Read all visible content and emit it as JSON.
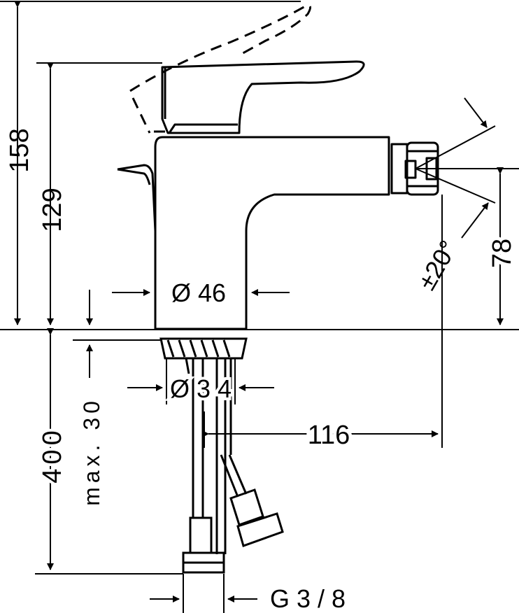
{
  "dimensions": {
    "height_total": "158",
    "height_lever": "129",
    "spout_height": "78",
    "body_diameter": "Ø 46",
    "mount_diameter": "Ø 3 4",
    "max_thickness": "max. 30",
    "hose_length": "400",
    "spout_reach": "116",
    "spout_angle": "±20°",
    "connection": "G 3 / 8"
  }
}
